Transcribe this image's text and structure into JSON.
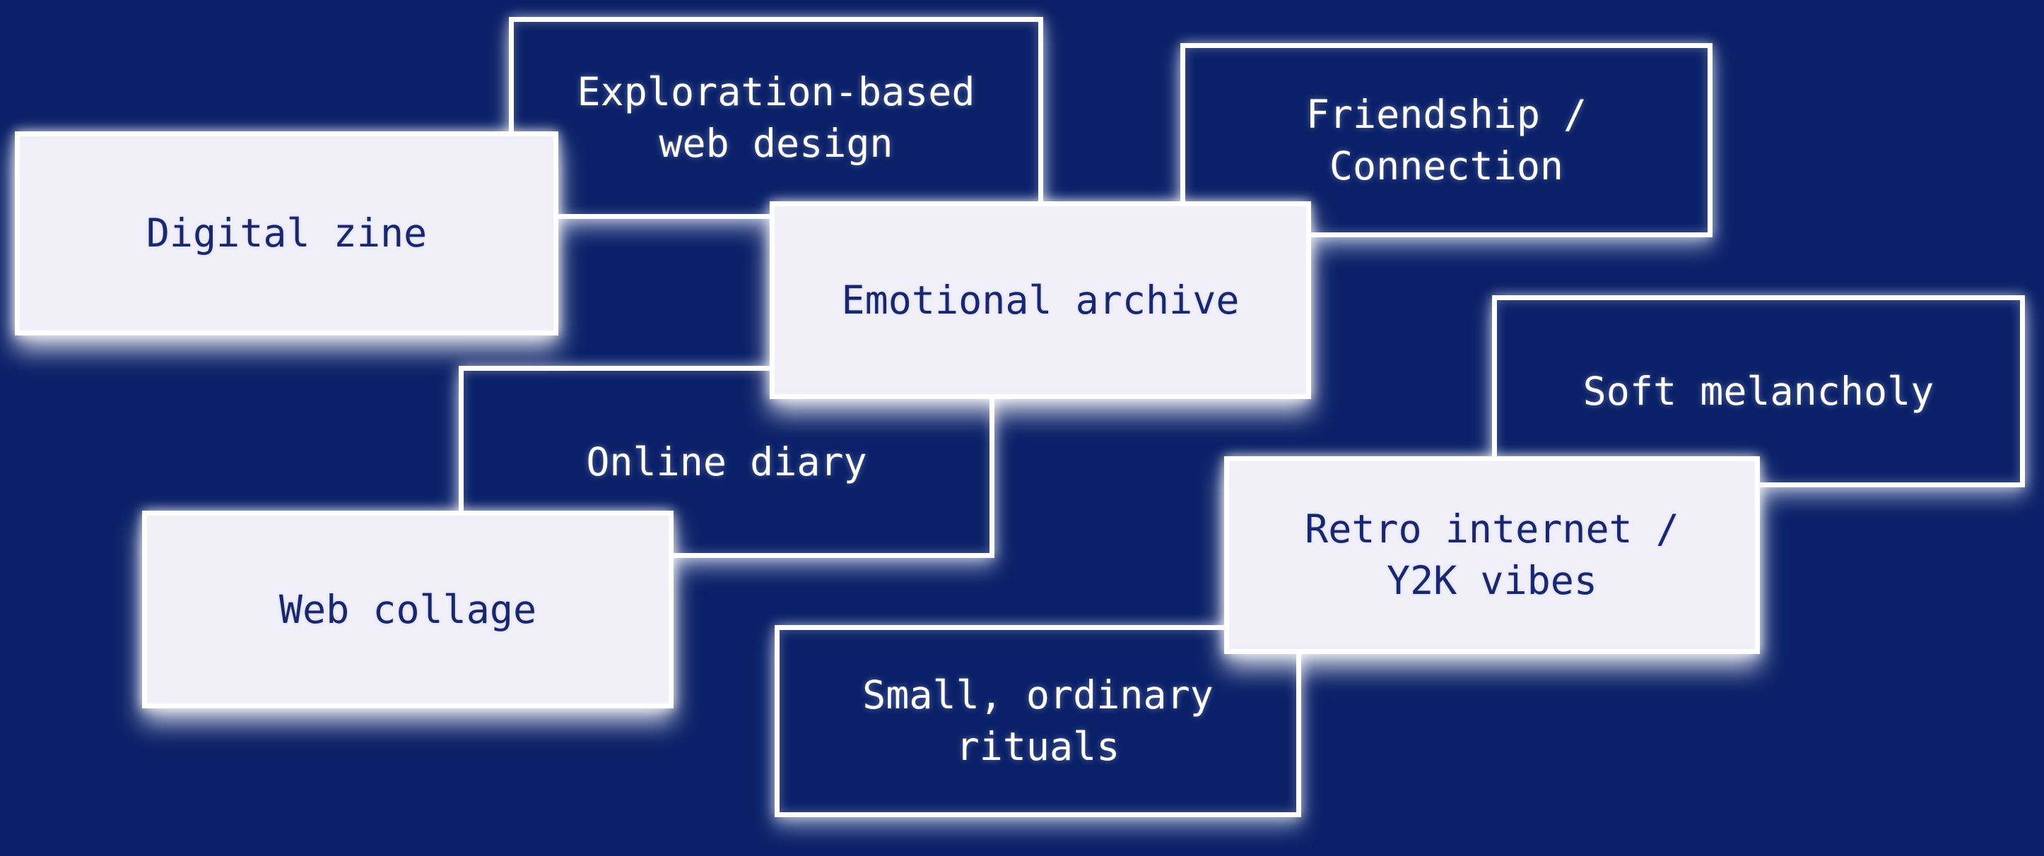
{
  "colors": {
    "background": "#0a2068",
    "card_fill": "#f1f0f9",
    "card_border": "#ffffff",
    "text_on_filled": "#19276f",
    "text_on_outlined": "#ffffff"
  },
  "cards": [
    {
      "id": "exploration-based-web-design",
      "label": "Exploration-based\nweb design",
      "variant": "outlined"
    },
    {
      "id": "friendship-connection",
      "label": "Friendship /\nConnection",
      "variant": "outlined"
    },
    {
      "id": "soft-melancholy",
      "label": "Soft melancholy",
      "variant": "outlined"
    },
    {
      "id": "online-diary",
      "label": "Online diary",
      "variant": "outlined"
    },
    {
      "id": "small-ordinary-rituals",
      "label": "Small, ordinary\nrituals",
      "variant": "outlined"
    },
    {
      "id": "digital-zine",
      "label": "Digital zine",
      "variant": "filled"
    },
    {
      "id": "emotional-archive",
      "label": "Emotional archive",
      "variant": "filled"
    },
    {
      "id": "web-collage",
      "label": "Web collage",
      "variant": "filled"
    },
    {
      "id": "retro-internet-y2k-vibes",
      "label": "Retro internet /\nY2K vibes",
      "variant": "filled"
    }
  ]
}
